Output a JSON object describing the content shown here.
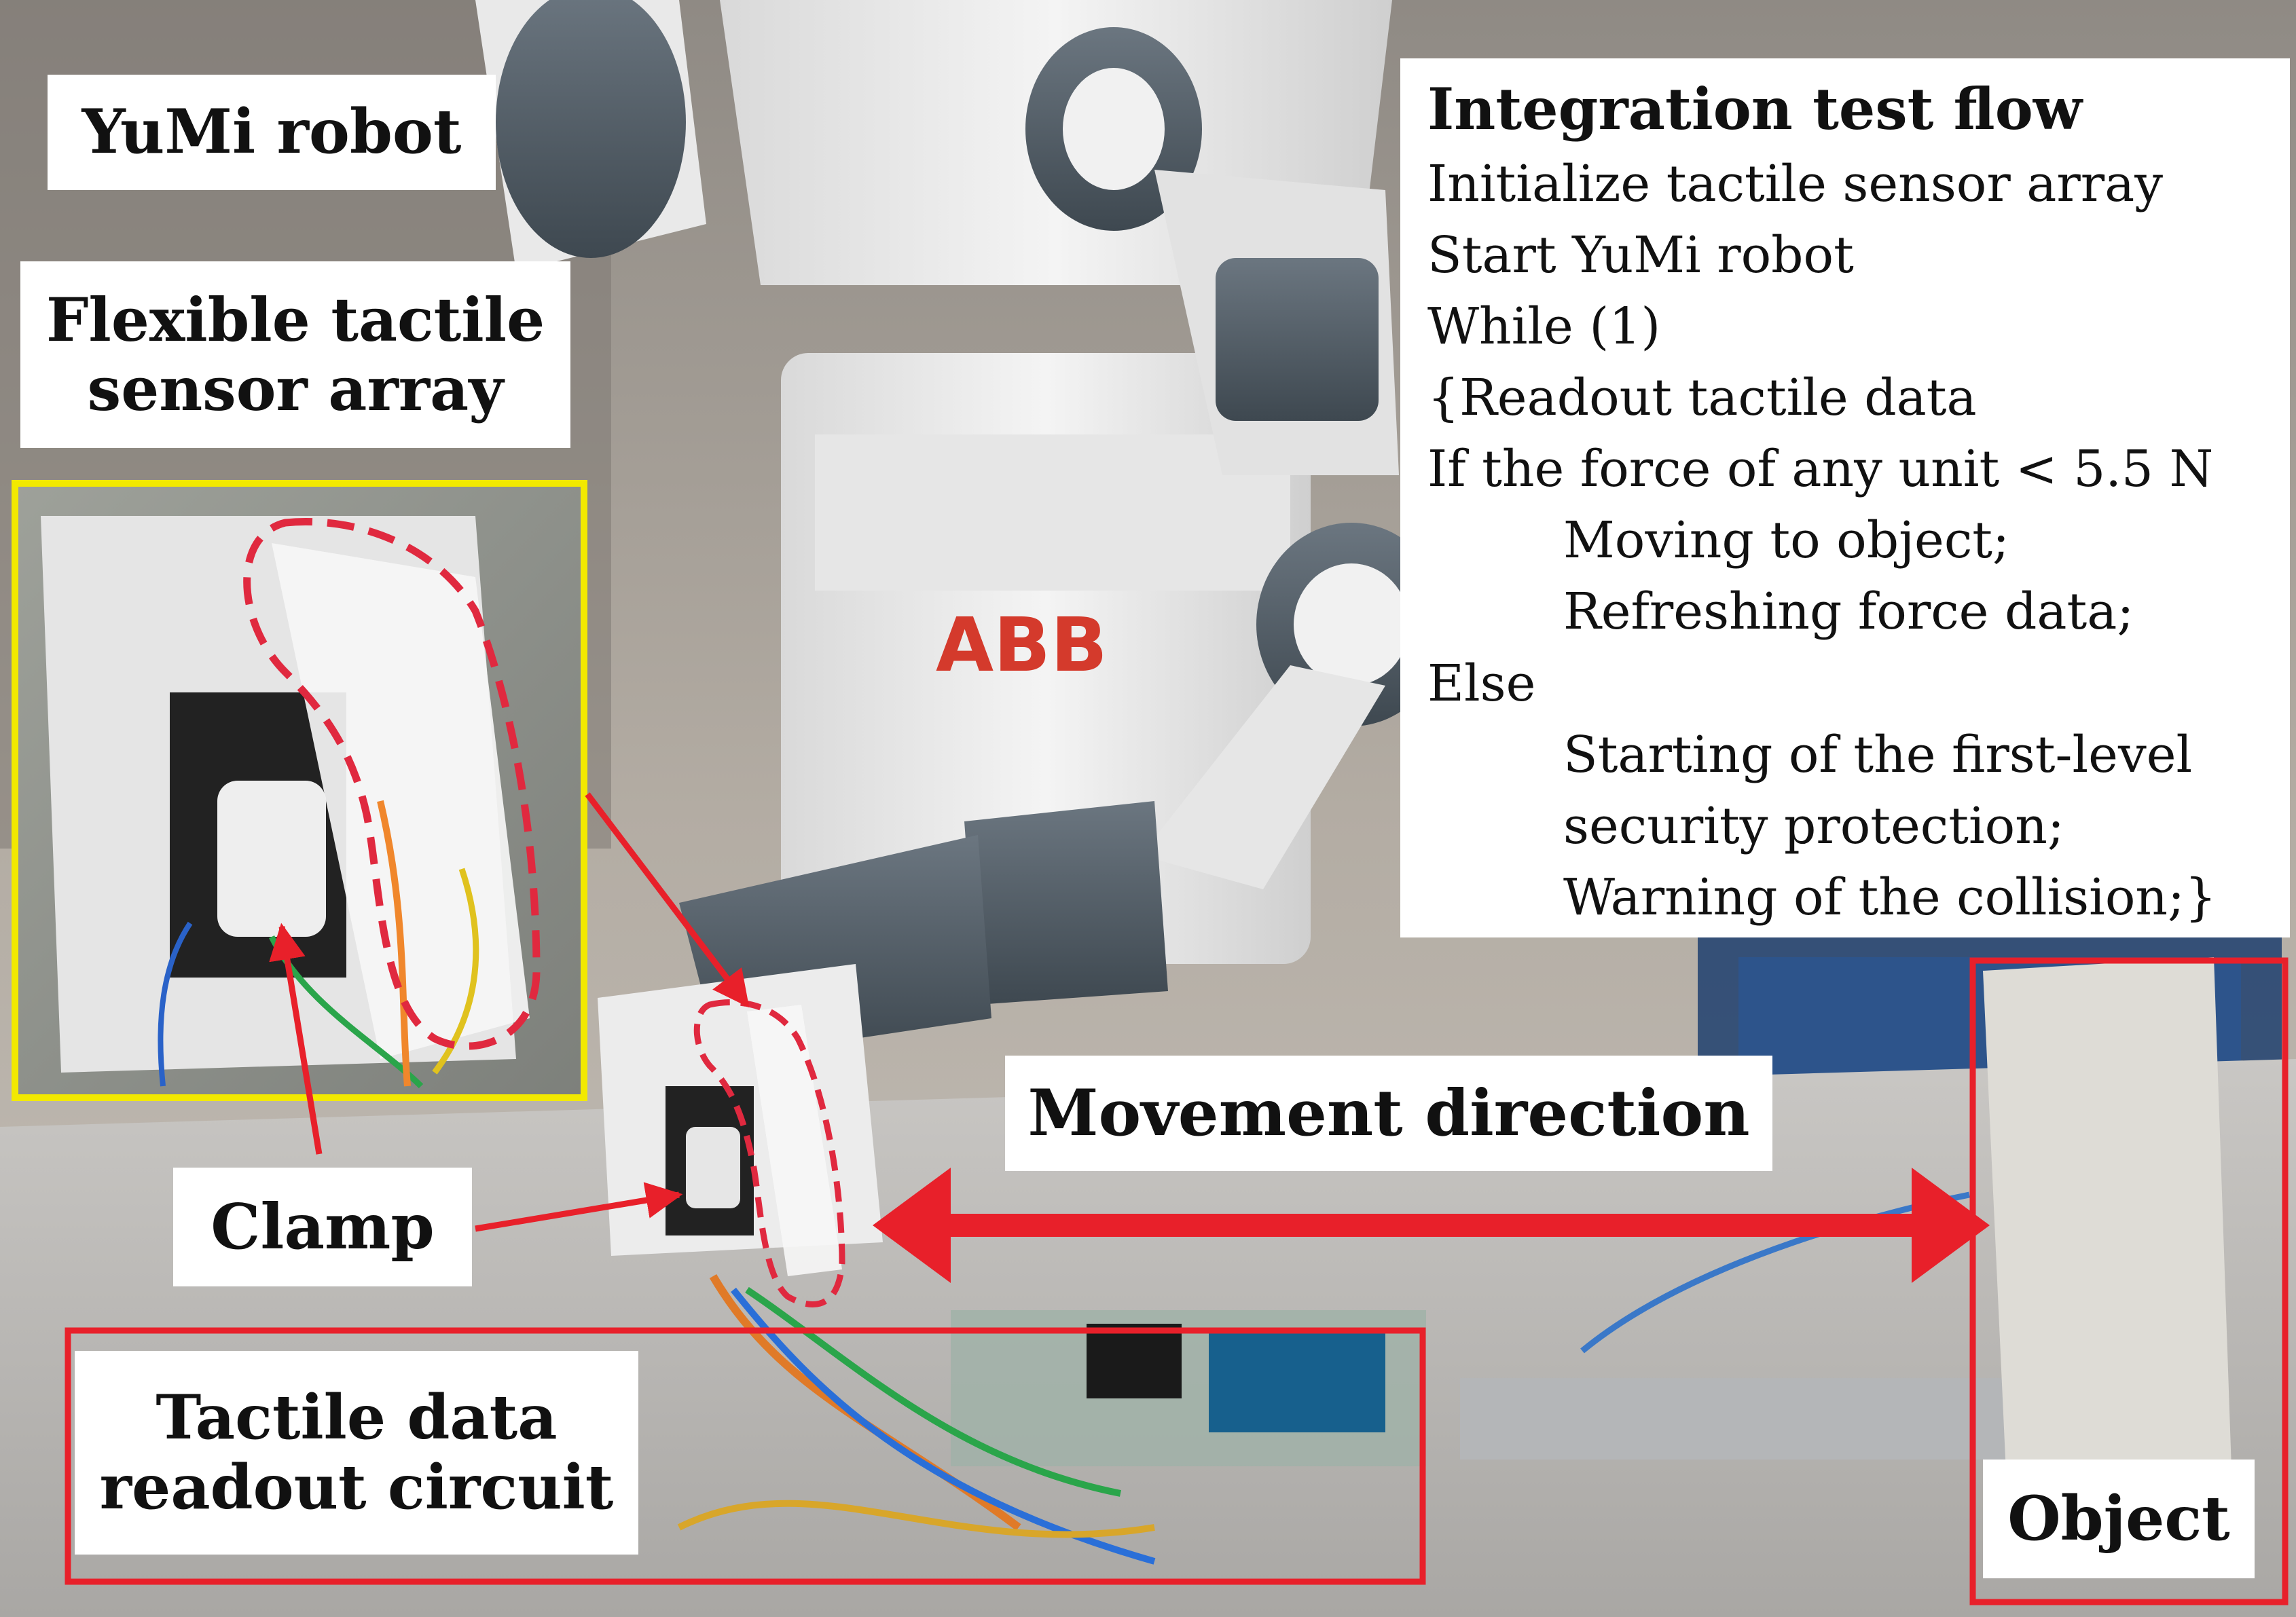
{
  "labels": {
    "robot": "YuMi robot",
    "sensor_line1": "Flexible tactile",
    "sensor_line2": "sensor array",
    "clamp": "Clamp",
    "movement": "Movement direction",
    "circuit_line1": "Tactile data",
    "circuit_line2": "readout circuit",
    "object": "Object",
    "brand": "ABB"
  },
  "flow": {
    "title": "Integration test flow",
    "lines": [
      {
        "text": "Initialize tactile sensor array",
        "indent": false
      },
      {
        "text": "Start YuMi robot",
        "indent": false
      },
      {
        "text": "While (1)",
        "indent": false
      },
      {
        "text": "{Readout tactile data",
        "indent": false
      },
      {
        "text": "If the force of any unit < 5.5 N",
        "indent": false
      },
      {
        "text": "Moving to object;",
        "indent": true
      },
      {
        "text": "Refreshing force data;",
        "indent": true
      },
      {
        "text": "Else",
        "indent": false
      },
      {
        "text": "Starting of the first-level",
        "indent": true
      },
      {
        "text": "security protection;",
        "indent": true
      },
      {
        "text": "Warning of the collision;}",
        "indent": true
      }
    ]
  },
  "colors": {
    "annotation_red": "#e8202a",
    "inset_border": "#f2e900",
    "robot_gray": "#4f5a63",
    "robot_white": "#eeeeee"
  }
}
